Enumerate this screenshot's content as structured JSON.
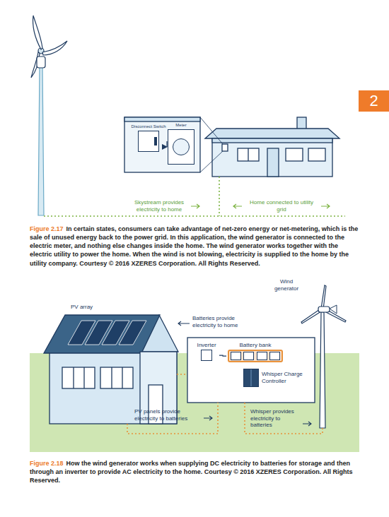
{
  "diagram": {
    "nodes": [
      {
        "text": [
          "2"
        ]
      },
      {
        "text": [
          "Disconnect Switch"
        ]
      },
      {
        "text": [
          "Meter"
        ]
      },
      {
        "text": [
          "Inverter"
        ]
      },
      {
        "text": [
          "Battery bank"
        ]
      },
      {
        "text": [
          "Whisper Charge Controller"
        ]
      }
    ],
    "edges": [
      {
        "from": 1,
        "to": 2,
        "arrow": "to"
      },
      {
        "from": 4,
        "to": 3,
        "arrow": "none"
      }
    ],
    "labels": [
      "Figure 2.17",
      "In certain states, consumers can take advantage of net-zero energy or net-metering, which is the sale of unused energy back to the power grid. In this application, the wind generator is connected to the electric meter, and nothing else changes inside the home. The wind generator works together with the electric utility to power the home. When the wind is not blowing, electricity is supplied to the home by the utility company. Courtesy © 2016 XZERES Corporation. All Rights Reserved.",
      "Figure 2.18",
      "How the wind generator works when supplying DC electricity to batteries for storage and then through an inverter to provide AC electricity to the home. Courtesy © 2016 XZERES Corporation. All Rights Reserved.",
      "Skystream provides electricity to home",
      "Home connected to utility grid",
      "PV array",
      "Batteries provide electricity to home",
      "Wind generator",
      "PV panels provide electricity to batteries",
      "Whisper provides electricity to batteries"
    ]
  }
}
